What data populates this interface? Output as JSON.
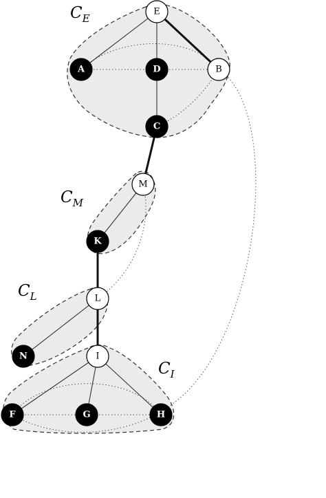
{
  "nodes": [
    {
      "id": "E",
      "label": "E",
      "filled": false
    },
    {
      "id": "A",
      "label": "A",
      "filled": true
    },
    {
      "id": "D",
      "label": "D",
      "filled": true
    },
    {
      "id": "B",
      "label": "B",
      "filled": false
    },
    {
      "id": "C",
      "label": "C",
      "filled": true
    },
    {
      "id": "M",
      "label": "M",
      "filled": false
    },
    {
      "id": "K",
      "label": "K",
      "filled": true
    },
    {
      "id": "L",
      "label": "L",
      "filled": false
    },
    {
      "id": "N",
      "label": "N",
      "filled": true
    },
    {
      "id": "I",
      "label": "I",
      "filled": false
    },
    {
      "id": "F",
      "label": "F",
      "filled": true
    },
    {
      "id": "G",
      "label": "G",
      "filled": true
    },
    {
      "id": "H",
      "label": "H",
      "filled": true
    }
  ],
  "clusters": [
    {
      "id": "E",
      "label": "C",
      "subscript": "E"
    },
    {
      "id": "M",
      "label": "C",
      "subscript": "M"
    },
    {
      "id": "L",
      "label": "C",
      "subscript": "L"
    },
    {
      "id": "I",
      "label": "C",
      "subscript": "I"
    }
  ],
  "edges": [
    {
      "from": "E",
      "to": "A",
      "style": "solid"
    },
    {
      "from": "E",
      "to": "D",
      "style": "solid"
    },
    {
      "from": "E",
      "to": "B",
      "style": "thick"
    },
    {
      "from": "D",
      "to": "C",
      "style": "solid"
    },
    {
      "from": "C",
      "to": "M",
      "style": "thick"
    },
    {
      "from": "M",
      "to": "K",
      "style": "solid"
    },
    {
      "from": "K",
      "to": "L",
      "style": "thick"
    },
    {
      "from": "L",
      "to": "N",
      "style": "solid"
    },
    {
      "from": "L",
      "to": "I",
      "style": "thick"
    },
    {
      "from": "I",
      "to": "F",
      "style": "solid"
    },
    {
      "from": "I",
      "to": "G",
      "style": "solid"
    },
    {
      "from": "I",
      "to": "H",
      "style": "solid"
    },
    {
      "from": "A",
      "to": "D",
      "style": "dotted"
    },
    {
      "from": "D",
      "to": "B",
      "style": "dotted"
    },
    {
      "from": "A",
      "to": "B",
      "style": "dotted"
    },
    {
      "from": "C",
      "to": "B",
      "style": "dotted"
    },
    {
      "from": "M",
      "to": "L",
      "style": "dotted"
    },
    {
      "from": "F",
      "to": "G",
      "style": "dotted"
    },
    {
      "from": "G",
      "to": "H",
      "style": "dotted"
    },
    {
      "from": "F",
      "to": "H",
      "style": "dotted"
    },
    {
      "from": "B",
      "to": "F",
      "style": "dotted"
    }
  ]
}
